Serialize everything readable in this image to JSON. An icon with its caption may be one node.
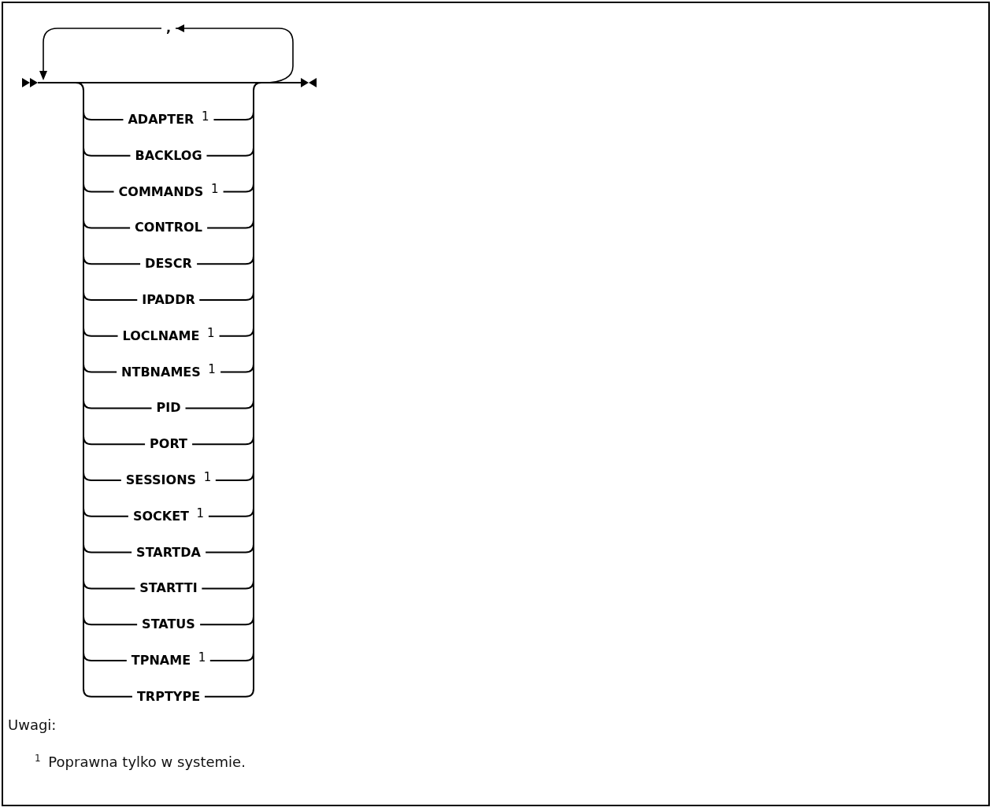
{
  "diagram": {
    "labels": [
      ",",
      "ADAPTER $^{1}$",
      "BACKLOG",
      "COMMANDS $^{1}$",
      "CONTROL",
      "DESCR",
      "IPADDR",
      "LOCLNAME $^{1}$",
      "NTBNAMES $^{1}$",
      "PID",
      "PORT",
      "SESSIONS $^{1}$",
      "SOCKET $^{1}$",
      "STARTDA",
      "STARTTI",
      "STATUS",
      "TPNAME $^{1}$",
      "TRPTYPE",
      "Uwagi:",
      "$^{1}$ Poprawna tylko w systemie."
    ]
  }
}
